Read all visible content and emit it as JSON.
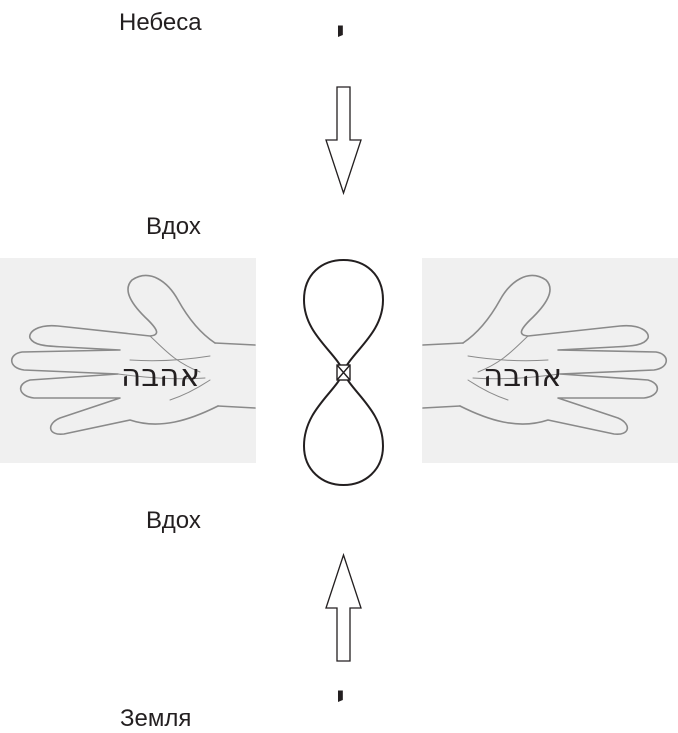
{
  "labels": {
    "heaven": "Небеса",
    "inhale_top": "Вдох",
    "inhale_bottom": "Вдох",
    "earth": "Земля"
  },
  "letters": {
    "top": "י",
    "bottom": "י"
  },
  "hands": {
    "left_word": "אהבה",
    "right_word": "אהבה"
  },
  "colors": {
    "ink": "#231f20",
    "panel": "#f0f0f0",
    "hand_line": "#8a8a8a"
  }
}
